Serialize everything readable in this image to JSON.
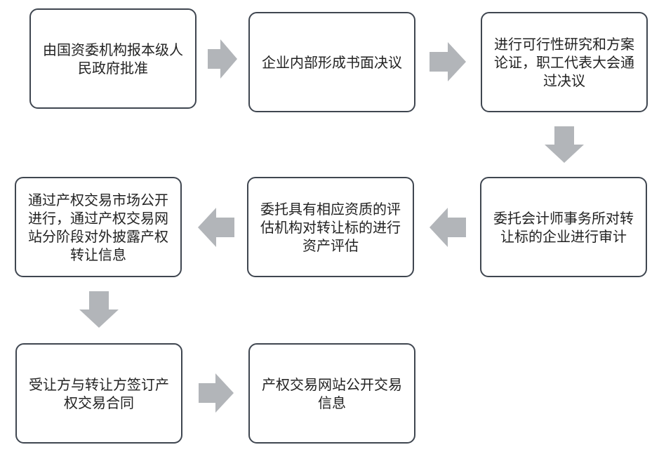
{
  "steps": [
    "由国资委机构报本级人民政府批准",
    "企业内部形成书面决议",
    "进行可行性研究和方案论证，职工代表大会通过决议",
    "委托会计师事务所对转让标的企业进行审计",
    "委托具有相应资质的评估机构对转让标的进行资产评估",
    "通过产权交易市场公开进行，通过产权交易网站分阶段对外披露产权转让信息",
    "受让方与转让方签订产权交易合同",
    "产权交易网站公开交易信息"
  ],
  "colors": {
    "box_border": "#3f4650",
    "arrow": "#b2b5b9",
    "text": "#222222"
  },
  "icons": {
    "right": "arrow-right-icon",
    "left": "arrow-left-icon",
    "down": "arrow-down-icon"
  }
}
